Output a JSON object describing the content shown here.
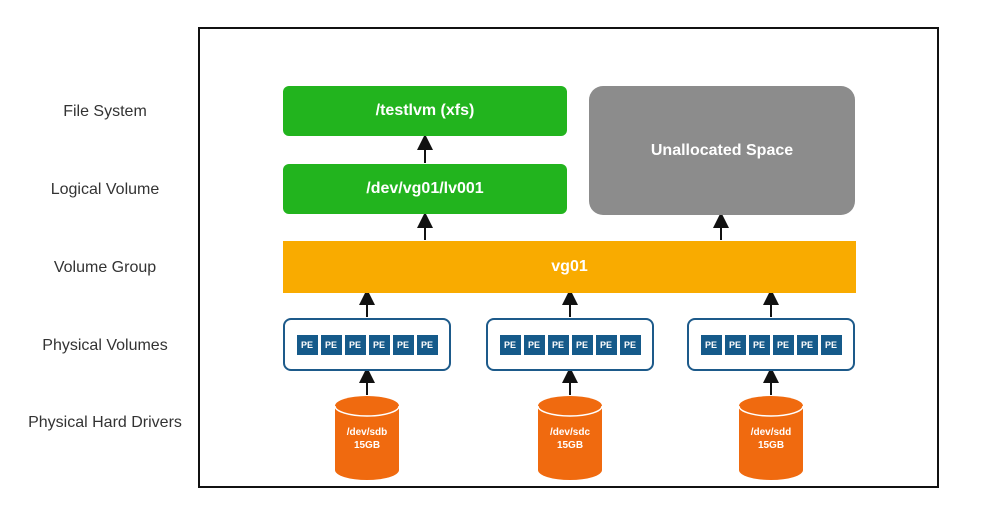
{
  "colors": {
    "green": "#22b41e",
    "gray": "#8c8c8c",
    "orange_bar": "#f9ab00",
    "pe_blue": "#155a8a",
    "pv_border": "#1d5a8a",
    "disk_orange": "#f06a0f",
    "arrow": "#111111"
  },
  "layers": [
    "File System",
    "Logical Volume",
    "Volume Group",
    "Physical Volumes",
    "Physical Hard Drivers"
  ],
  "file_system": {
    "label": "/testlvm (xfs)"
  },
  "logical_volume": {
    "label": "/dev/vg01/lv001"
  },
  "unallocated": {
    "label": "Unallocated Space"
  },
  "volume_group": {
    "label": "vg01"
  },
  "physical_volumes": [
    {
      "pe": [
        "PE",
        "PE",
        "PE",
        "PE",
        "PE",
        "PE"
      ]
    },
    {
      "pe": [
        "PE",
        "PE",
        "PE",
        "PE",
        "PE",
        "PE"
      ]
    },
    {
      "pe": [
        "PE",
        "PE",
        "PE",
        "PE",
        "PE",
        "PE"
      ]
    }
  ],
  "disks": [
    {
      "device": "/dev/sdb",
      "size": "15GB"
    },
    {
      "device": "/dev/sdc",
      "size": "15GB"
    },
    {
      "device": "/dev/sdd",
      "size": "15GB"
    }
  ]
}
